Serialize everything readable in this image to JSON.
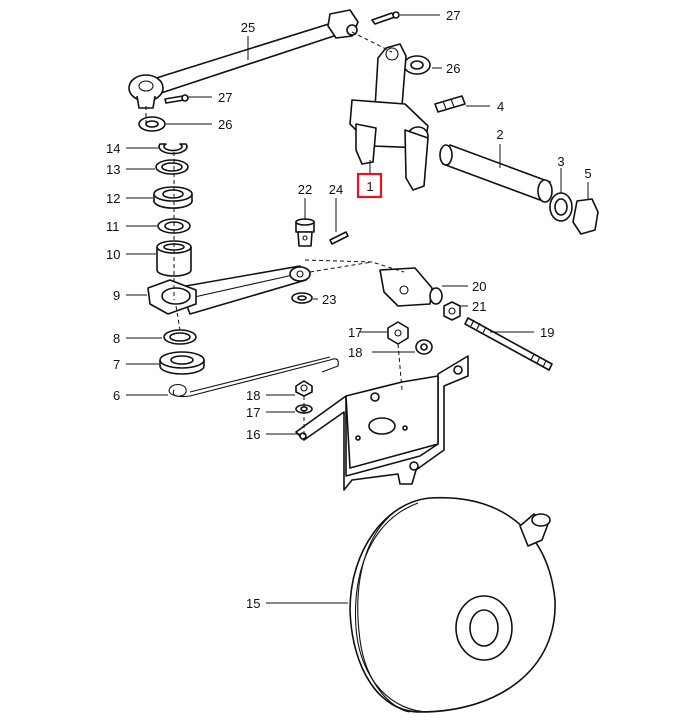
{
  "diagram": {
    "highlight_color": "#e8141c",
    "callouts": [
      {
        "id": "c1",
        "label": "1",
        "highlighted": true
      },
      {
        "id": "c2",
        "label": "2"
      },
      {
        "id": "c3",
        "label": "3"
      },
      {
        "id": "c4",
        "label": "4"
      },
      {
        "id": "c5",
        "label": "5"
      },
      {
        "id": "c6",
        "label": "6"
      },
      {
        "id": "c7",
        "label": "7"
      },
      {
        "id": "c8",
        "label": "8"
      },
      {
        "id": "c9",
        "label": "9"
      },
      {
        "id": "c10",
        "label": "10"
      },
      {
        "id": "c11",
        "label": "11"
      },
      {
        "id": "c12",
        "label": "12"
      },
      {
        "id": "c13",
        "label": "13"
      },
      {
        "id": "c14",
        "label": "14"
      },
      {
        "id": "c15",
        "label": "15"
      },
      {
        "id": "c16",
        "label": "16"
      },
      {
        "id": "c17a",
        "label": "17"
      },
      {
        "id": "c17b",
        "label": "17"
      },
      {
        "id": "c18a",
        "label": "18"
      },
      {
        "id": "c18b",
        "label": "18"
      },
      {
        "id": "c19",
        "label": "19"
      },
      {
        "id": "c20",
        "label": "20"
      },
      {
        "id": "c21",
        "label": "21"
      },
      {
        "id": "c22",
        "label": "22"
      },
      {
        "id": "c23",
        "label": "23"
      },
      {
        "id": "c24",
        "label": "24"
      },
      {
        "id": "c25",
        "label": "25"
      },
      {
        "id": "c26a",
        "label": "26"
      },
      {
        "id": "c26b",
        "label": "26"
      },
      {
        "id": "c27a",
        "label": "27"
      },
      {
        "id": "c27b",
        "label": "27"
      }
    ]
  }
}
